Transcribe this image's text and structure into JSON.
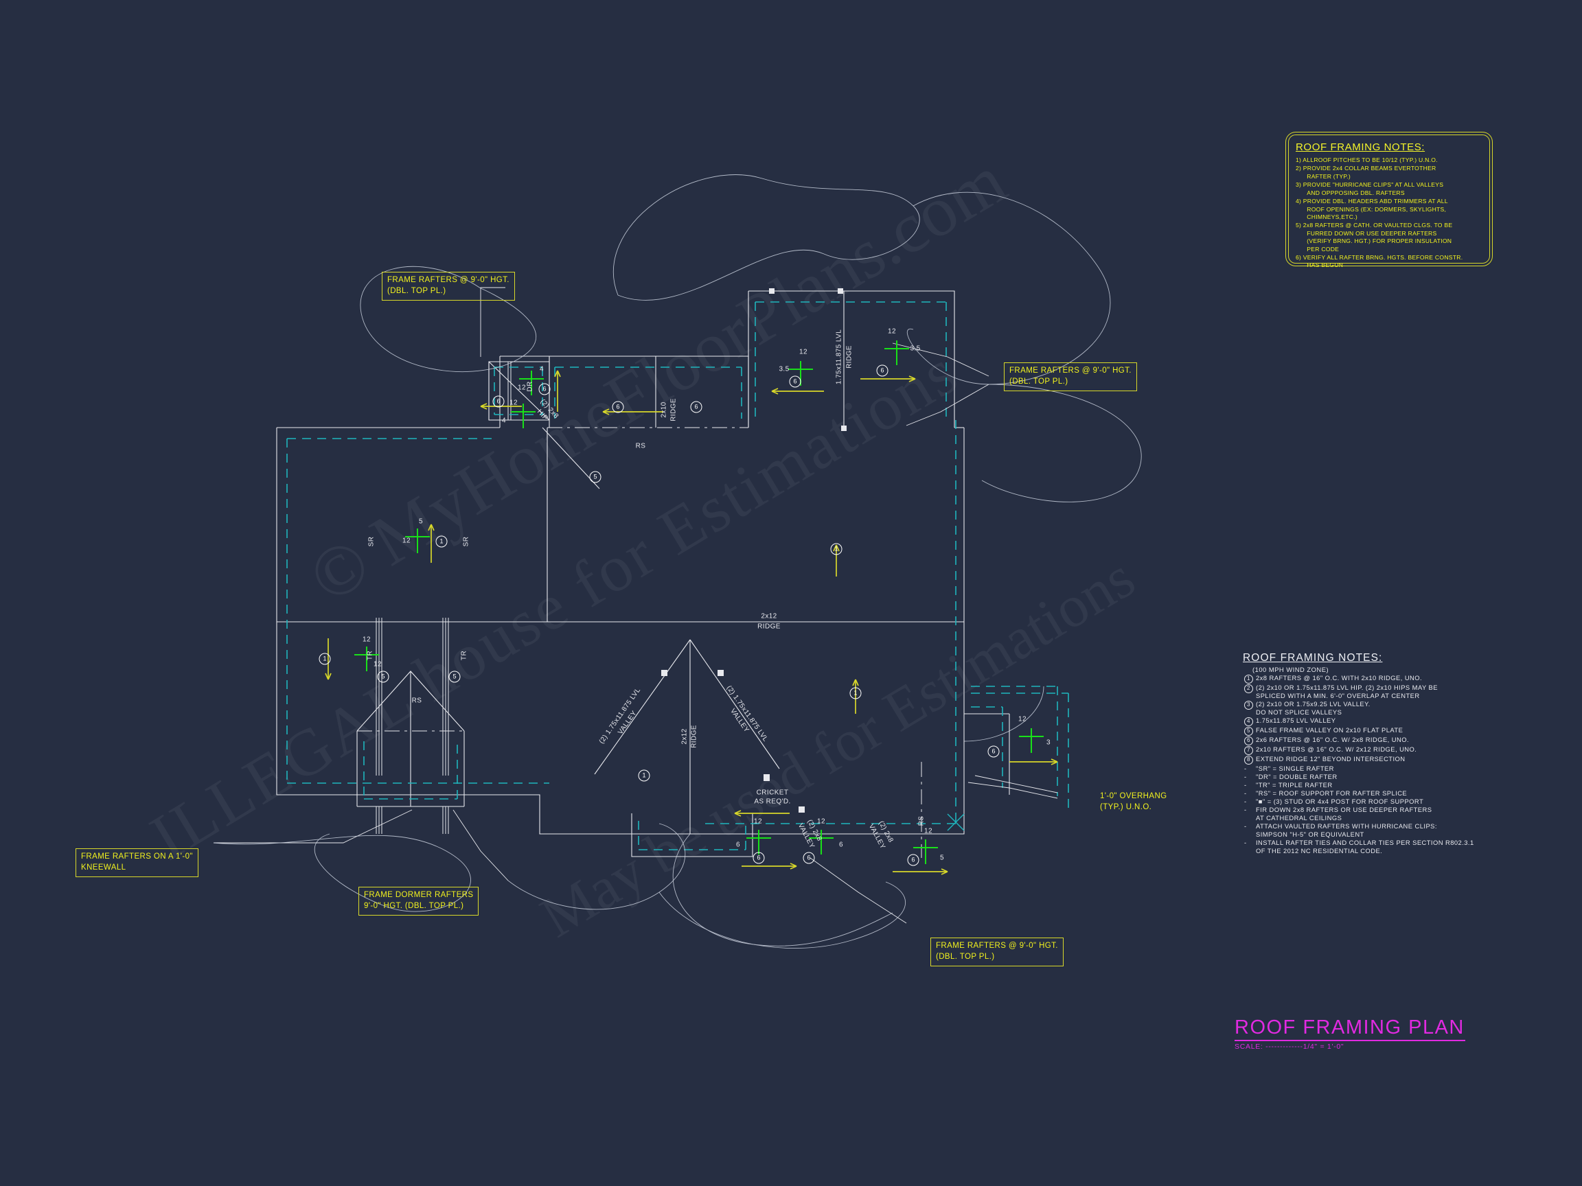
{
  "sheet": {
    "background_color": "#262e42",
    "line_color": "#e8e9ee",
    "dash_color": "#1fb5bd",
    "pitch_color": "#19e019",
    "annotation_color": "#f2f21e",
    "title_color": "#e12ae1"
  },
  "watermark": {
    "line1": "© MyHomeFloorPlans.com",
    "line2": "ILLEGAL house for Estimations",
    "line3": "May be used for Estimations"
  },
  "notes_box": {
    "title": "ROOF FRAMING NOTES:",
    "items": [
      {
        "num": "1)",
        "lines": [
          "ALLROOF PITCHES TO BE  10/12 (TYP.) U.N.O."
        ]
      },
      {
        "num": "2)",
        "lines": [
          "PROVIDE 2x4 COLLAR BEAMS EVERTOTHER",
          "RAFTER (TYP.)"
        ]
      },
      {
        "num": "3)",
        "lines": [
          "PROVIDE \"HURRICANE CLIPS\" AT ALL VALLEYS",
          "AND OPPPOSING DBL. RAFTERS"
        ]
      },
      {
        "num": "4)",
        "lines": [
          "PROVIDE DBL. HEADERS ABD TRIMMERS AT ALL",
          "ROOF OPENINGS (EX: DORMERS, SKYLIGHTS,",
          "CHIMNEYS,ETC.)"
        ]
      },
      {
        "num": "5)",
        "lines": [
          "2x8 RAFTERS @ CATH. OR VAULTED CLGS. TO BE",
          "FURRED DOWN OR USE DEEPER RAFTERS",
          "(VERIFY BRNG. HGT.) FOR PROPER INSULATION",
          "PER CODE"
        ]
      },
      {
        "num": "6)",
        "lines": [
          "VERIFY ALL RAFTER BRNG. HGTS. BEFORE CONSTR.",
          "HAS BEGUN"
        ]
      }
    ]
  },
  "right_notes": {
    "title": "ROOF FRAMING NOTES:",
    "subtitle": "(100 MPH WIND ZONE)",
    "numbered": [
      {
        "num": "1",
        "lines": [
          "2x8 RAFTERS @ 16\" O.C. WITH 2x10 RIDGE, UNO."
        ]
      },
      {
        "num": "2",
        "lines": [
          "(2) 2x10 OR 1.75x11.875 LVL HIP. (2) 2x10 HIPS MAY BE",
          "SPLICED WITH A MIN. 6'-0\" OVERLAP AT CENTER"
        ]
      },
      {
        "num": "3",
        "lines": [
          "(2) 2x10 OR 1.75x9.25 LVL VALLEY.",
          "DO NOT SPLICE VALLEYS"
        ]
      },
      {
        "num": "4",
        "lines": [
          "1.75x11.875 LVL VALLEY"
        ]
      },
      {
        "num": "5",
        "lines": [
          "FALSE FRAME VALLEY ON 2x10 FLAT PLATE"
        ]
      },
      {
        "num": "6",
        "lines": [
          "2x6  RAFTERS @ 16\" O.C. W/ 2x8 RIDGE, UNO."
        ]
      },
      {
        "num": "7",
        "lines": [
          "2x10 RAFTERS @ 16\" O.C. W/ 2x12 RIDGE, UNO."
        ]
      },
      {
        "num": "8",
        "lines": [
          "EXTEND RIDGE 12\" BEYOND INTERSECTION"
        ]
      }
    ],
    "bulleted": [
      {
        "lines": [
          "\"SR\" = SINGLE RAFTER"
        ]
      },
      {
        "lines": [
          "\"DR\" = DOUBLE RAFTER"
        ]
      },
      {
        "lines": [
          "\"TR\" = TRIPLE RAFTER"
        ]
      },
      {
        "lines": [
          "\"RS\" = ROOF SUPPORT FOR RAFTER SPLICE"
        ]
      },
      {
        "lines": [
          "\"■\"   = (3) STUD OR 4x4 POST FOR ROOF SUPPORT"
        ]
      },
      {
        "lines": [
          "FIR DOWN 2x8 RAFTERS OR USE DEEPER RAFTERS",
          "AT CATHEDRAL CEILINGS"
        ]
      },
      {
        "lines": [
          "ATTACH VAULTED RAFTERS WITH HURRICANE CLIPS:",
          "SIMPSON \"H-5\" OR EQUIVALENT"
        ]
      },
      {
        "lines": [
          "INSTALL RAFTER TIES AND COLLAR TIES PER SECTION R802.3.1",
          "OF THE 2012 NC RESIDENTIAL CODE."
        ]
      }
    ]
  },
  "callouts": [
    {
      "id": "co-top-left",
      "lines": [
        "FRAME RAFTERS @ 9'-0\" HGT.",
        "(DBL. TOP PL.)"
      ]
    },
    {
      "id": "co-top-right",
      "lines": [
        "FRAME RAFTERS @ 9'-0\" HGT.",
        "(DBL. TOP PL.)"
      ]
    },
    {
      "id": "co-kneewall",
      "lines": [
        "FRAME RAFTERS ON A 1'-0\"",
        "KNEEWALL"
      ]
    },
    {
      "id": "co-dormer",
      "lines": [
        "FRAME DORMER RAFTERS",
        "9'-0\" HGT. (DBL. TOP PL.)"
      ]
    },
    {
      "id": "co-bottom-right",
      "lines": [
        "FRAME RAFTERS @ 9'-0\" HGT.",
        "(DBL. TOP PL.)"
      ]
    }
  ],
  "plain_annotations": [
    {
      "id": "overhang",
      "lines": [
        "1'-0\" OVERHANG",
        "(TYP.) U.N.O."
      ]
    }
  ],
  "plan_labels": {
    "ridge_2x12_main": [
      "2x12",
      "RIDGE"
    ],
    "ridge_2x10_upper": [
      "2x10",
      "RIDGE"
    ],
    "ridge_2x12_gable": [
      "2x12",
      "RIDGE"
    ],
    "ridge_lvl": [
      "1.75x11.875 LVL",
      "RIDGE"
    ],
    "valley_left": [
      "(2) 1.75x11.875 LVL",
      "VALLEY"
    ],
    "valley_right": [
      "(2) 1.75x11.875 LVL",
      "VALLEY"
    ],
    "valley_2x8": [
      "(2) 2x8",
      "VALLEY"
    ],
    "hip_2x8": [
      "(2) 2x8",
      "HIP"
    ],
    "cricket": [
      "CRICKET",
      "AS REQ'D."
    ],
    "rs": "RS",
    "sr": "SR",
    "tr": "TR",
    "dr": "DR"
  },
  "pitch_marks": [
    {
      "id": "pm-1",
      "rise": "4",
      "run": "12",
      "ref": "6"
    },
    {
      "id": "pm-2",
      "rise": "4",
      "run": "12",
      "ref": "6"
    },
    {
      "id": "pm-3",
      "rise": "3.5",
      "run": "12",
      "ref": "6"
    },
    {
      "id": "pm-4",
      "rise": "3.5",
      "run": "12",
      "ref": "6"
    },
    {
      "id": "pm-5",
      "rise": "5",
      "run": "12",
      "ref": "1"
    },
    {
      "id": "pm-6",
      "rise": "12",
      "run": "12",
      "ref": "1"
    },
    {
      "id": "pm-7",
      "rise": "3",
      "run": "12",
      "ref": "6"
    },
    {
      "id": "pm-8",
      "rise": "12",
      "run": "6",
      "ref": "6"
    },
    {
      "id": "pm-9",
      "rise": "12",
      "run": "6",
      "ref": "6"
    },
    {
      "id": "pm-10",
      "rise": "12",
      "run": "5",
      "ref": "6"
    }
  ],
  "bubbles": [
    "6",
    "6",
    "6",
    "6",
    "6",
    "6",
    "6",
    "5",
    "5",
    "5",
    "1",
    "1",
    "1",
    "1",
    "1"
  ],
  "title_block": {
    "title": "ROOF FRAMING PLAN",
    "scale": "SCALE: -------------1/4\" = 1'-0\""
  }
}
